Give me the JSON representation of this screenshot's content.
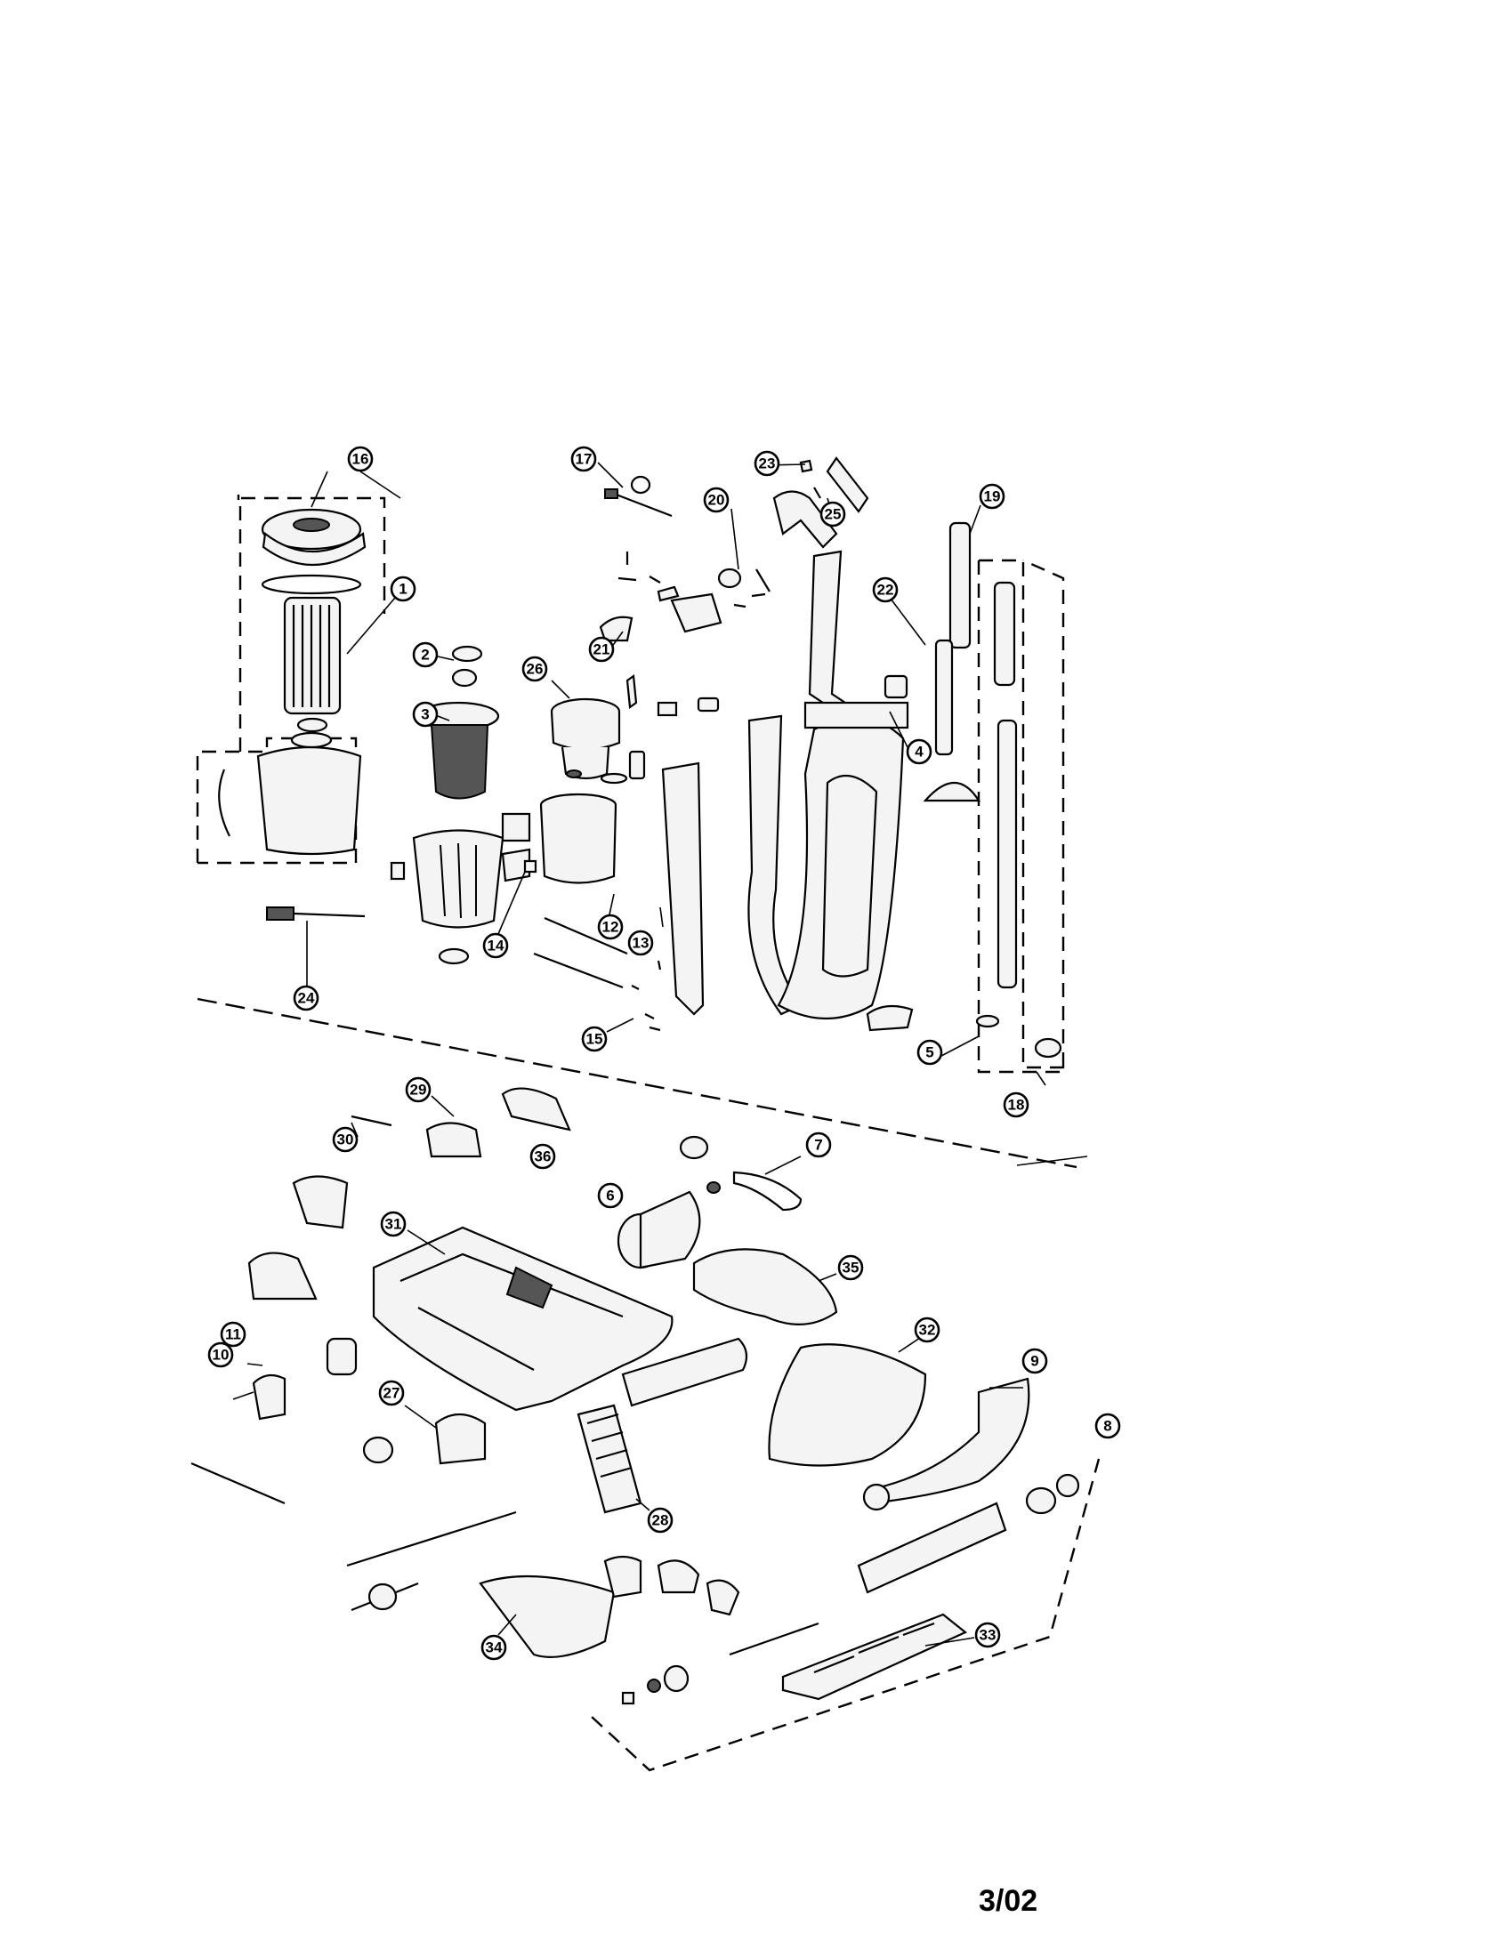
{
  "footer": {
    "date_code": "3/02"
  },
  "callouts": [
    {
      "id": "c1",
      "label": "1"
    },
    {
      "id": "c2",
      "label": "2"
    },
    {
      "id": "c3",
      "label": "3"
    },
    {
      "id": "c4",
      "label": "4"
    },
    {
      "id": "c5",
      "label": "5"
    },
    {
      "id": "c6",
      "label": "6"
    },
    {
      "id": "c7",
      "label": "7"
    },
    {
      "id": "c8",
      "label": "8"
    },
    {
      "id": "c9",
      "label": "9"
    },
    {
      "id": "c10",
      "label": "10"
    },
    {
      "id": "c11",
      "label": "11"
    },
    {
      "id": "c12",
      "label": "12"
    },
    {
      "id": "c13",
      "label": "13"
    },
    {
      "id": "c14",
      "label": "14"
    },
    {
      "id": "c15",
      "label": "15"
    },
    {
      "id": "c16",
      "label": "16"
    },
    {
      "id": "c17",
      "label": "17"
    },
    {
      "id": "c18",
      "label": "18"
    },
    {
      "id": "c19",
      "label": "19"
    },
    {
      "id": "c20",
      "label": "20"
    },
    {
      "id": "c21",
      "label": "21"
    },
    {
      "id": "c22",
      "label": "22"
    },
    {
      "id": "c23",
      "label": "23"
    },
    {
      "id": "c24",
      "label": "24"
    },
    {
      "id": "c25",
      "label": "25"
    },
    {
      "id": "c26",
      "label": "26"
    },
    {
      "id": "c27",
      "label": "27"
    },
    {
      "id": "c28",
      "label": "28"
    },
    {
      "id": "c29",
      "label": "29"
    },
    {
      "id": "c30",
      "label": "30"
    },
    {
      "id": "c31",
      "label": "31"
    },
    {
      "id": "c32",
      "label": "32"
    },
    {
      "id": "c33",
      "label": "33"
    },
    {
      "id": "c34",
      "label": "34"
    },
    {
      "id": "c35",
      "label": "35"
    },
    {
      "id": "c36",
      "label": "36"
    }
  ]
}
